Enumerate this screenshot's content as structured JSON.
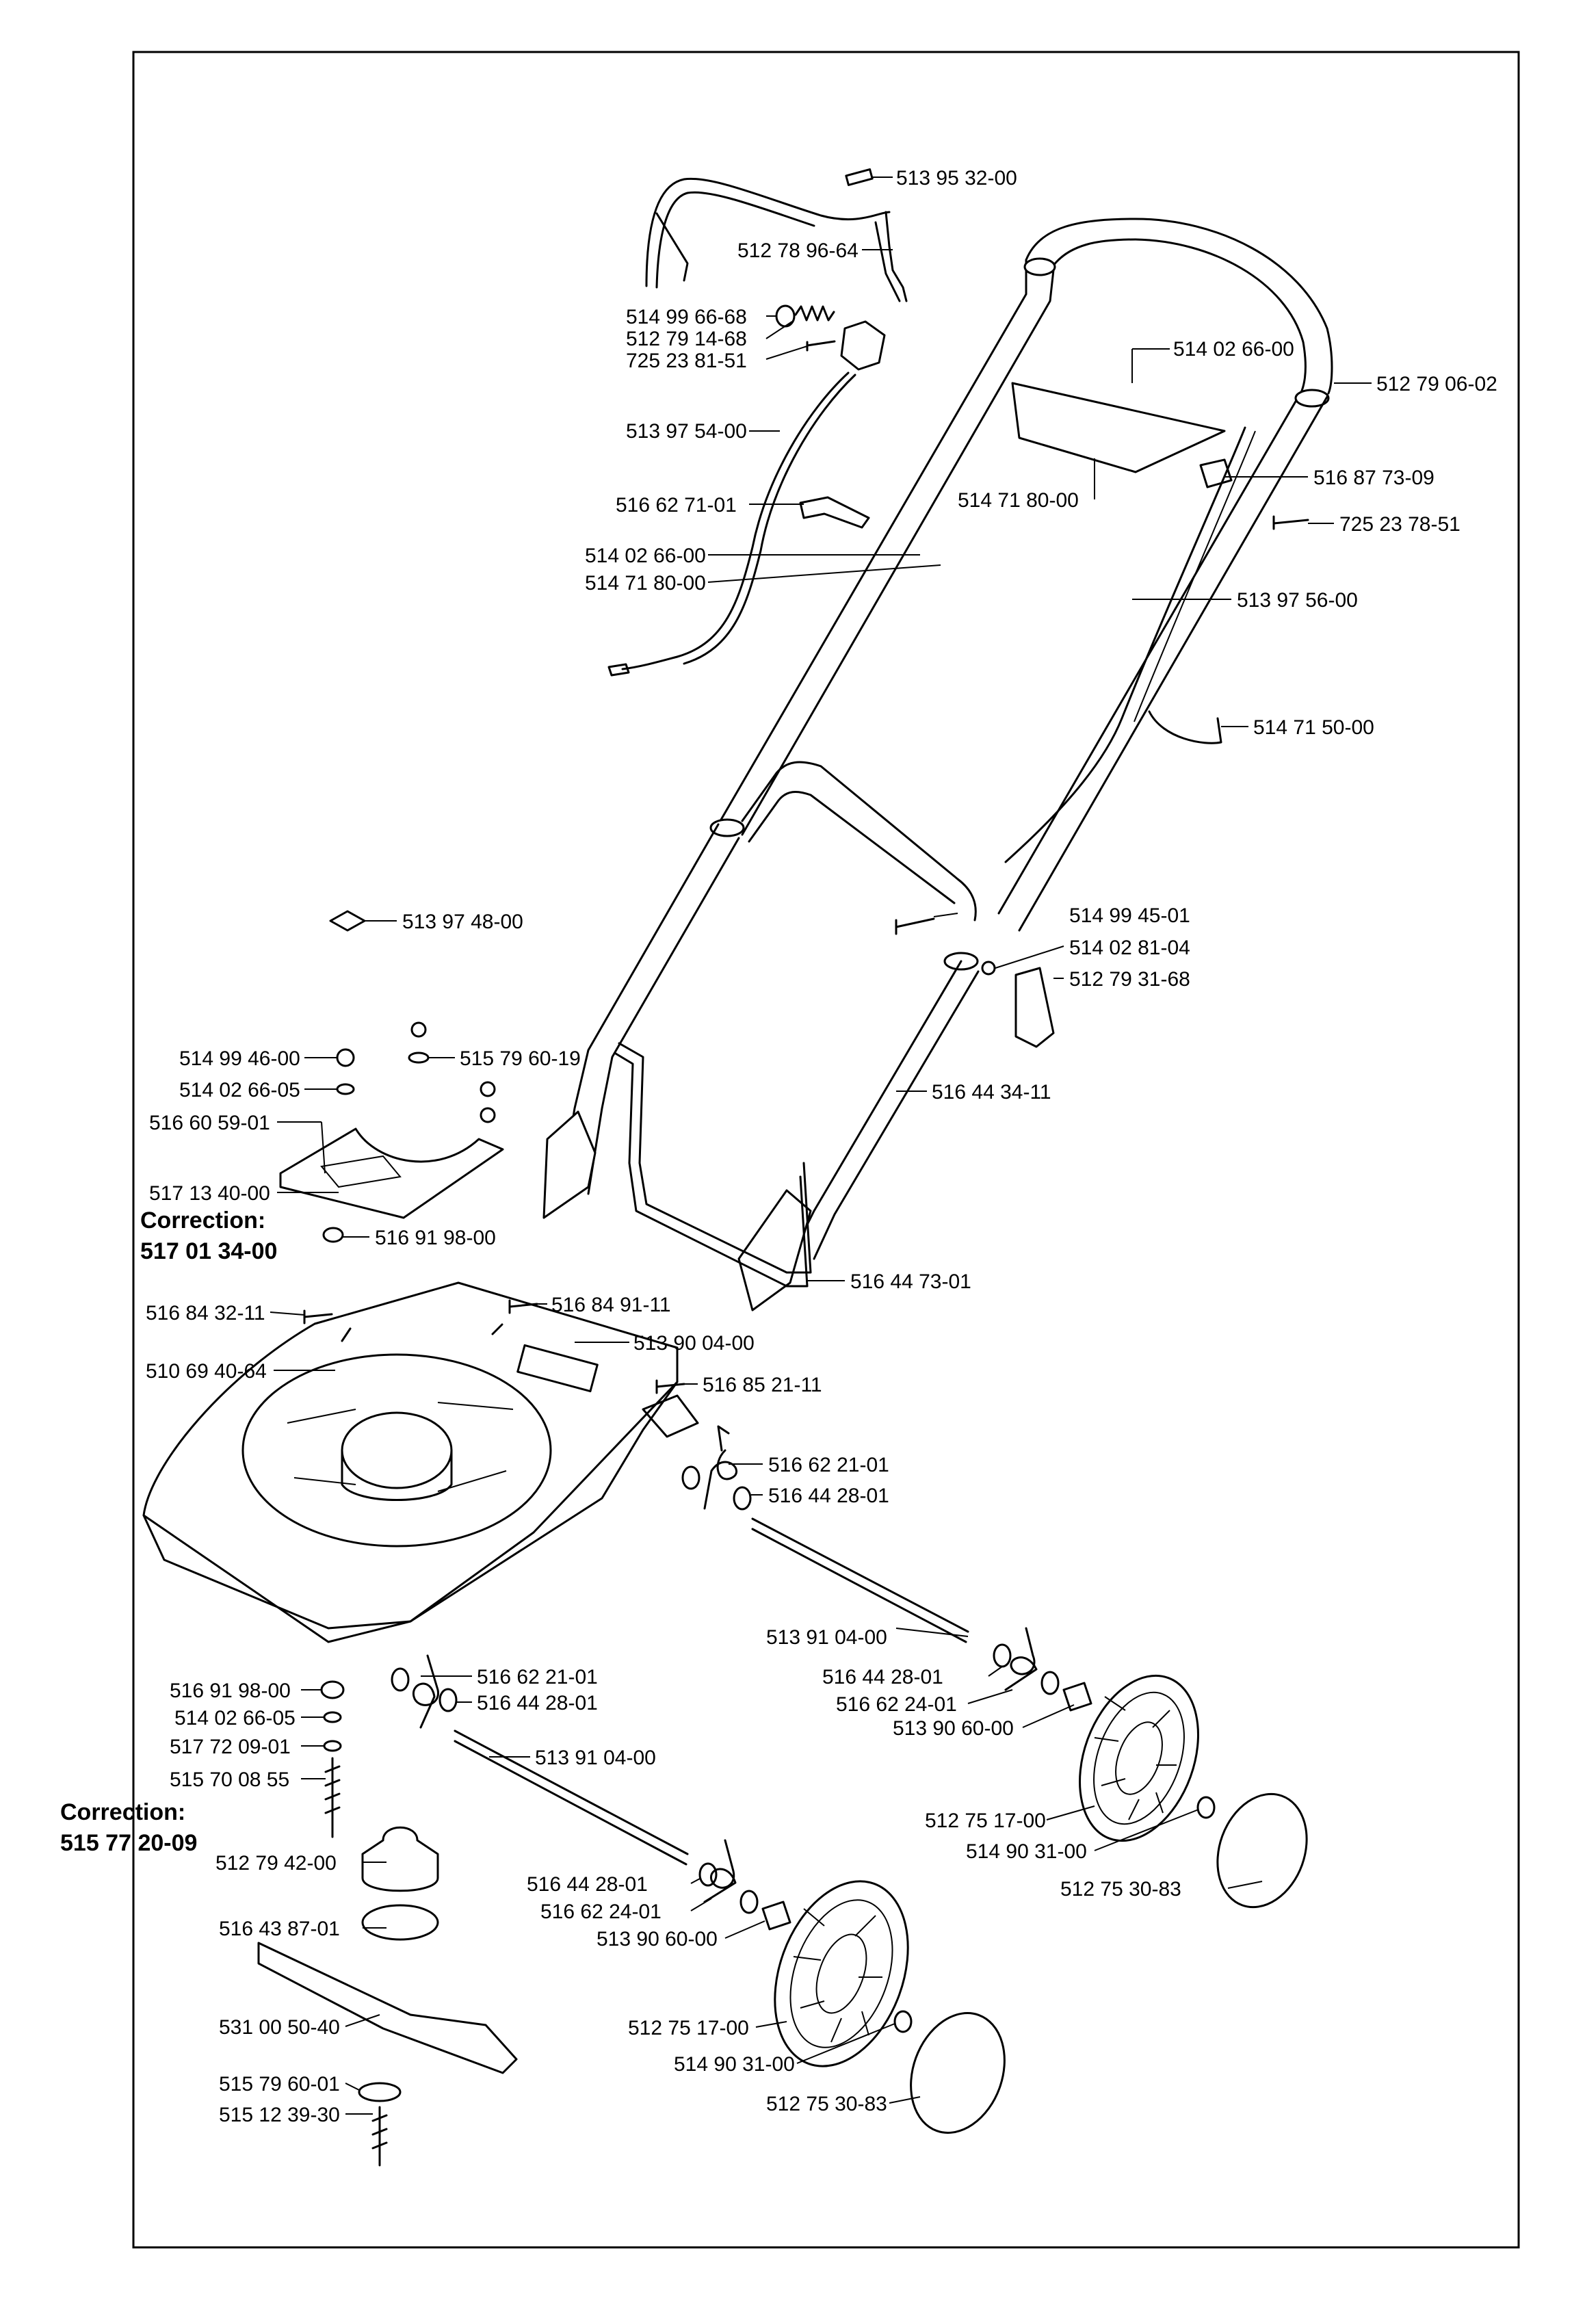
{
  "labels": [
    "513 95 32-00",
    "512 78 96-64",
    "514 99 66-68",
    "512 79 14-68",
    "725 23 81-51",
    "514 02 66-00",
    "512 79 06-02",
    "513 97 54-00",
    "514 71 80-00",
    "516 87 73-09",
    "516 62 71-01",
    "725 23 78-51",
    "514 02 66-00",
    "514 71 80-00",
    "513 97 56-00",
    "514 71 50-00",
    "513 97 48-00",
    "514 99 45-01",
    "514 02 81-04",
    "512 79 31-68",
    "514 99 46-00",
    "515 79 60-19",
    "514 02 66-05",
    "516 44 34-11",
    "516 60 59-01",
    "517 13 40-00",
    "516 91 98-00",
    "516 44 73-01",
    "516 84 32-11",
    "516 84 91-11",
    "513 90 04-00",
    "510 69 40-64",
    "516 85 21-11",
    "516 62 21-01",
    "516 44 28-01",
    "513 91 04-00",
    "516 44 28-01",
    "516 62 24-01",
    "513 90 60-00",
    "516 91 98-00",
    "516 62 21-01",
    "514 02 66-05",
    "516 44 28-01",
    "517 72 09-01",
    "513 91 04-00",
    "515 70 08 55",
    "512 75 17-00",
    "514 90 31-00",
    "512 79 42-00",
    "512 75 30-83",
    "516 44 28-01",
    "516 62 24-01",
    "516 43 87-01",
    "513 90 60-00",
    "531 00 50-40",
    "512 75 17-00",
    "514 90 31-00",
    "515 79 60-01",
    "512 75 30-83",
    "515 12 39-30"
  ],
  "corrections": [
    {
      "title": "Correction:",
      "number": "517 01 34-00"
    },
    {
      "title": "Correction:",
      "number": "515 77 20-09"
    }
  ]
}
